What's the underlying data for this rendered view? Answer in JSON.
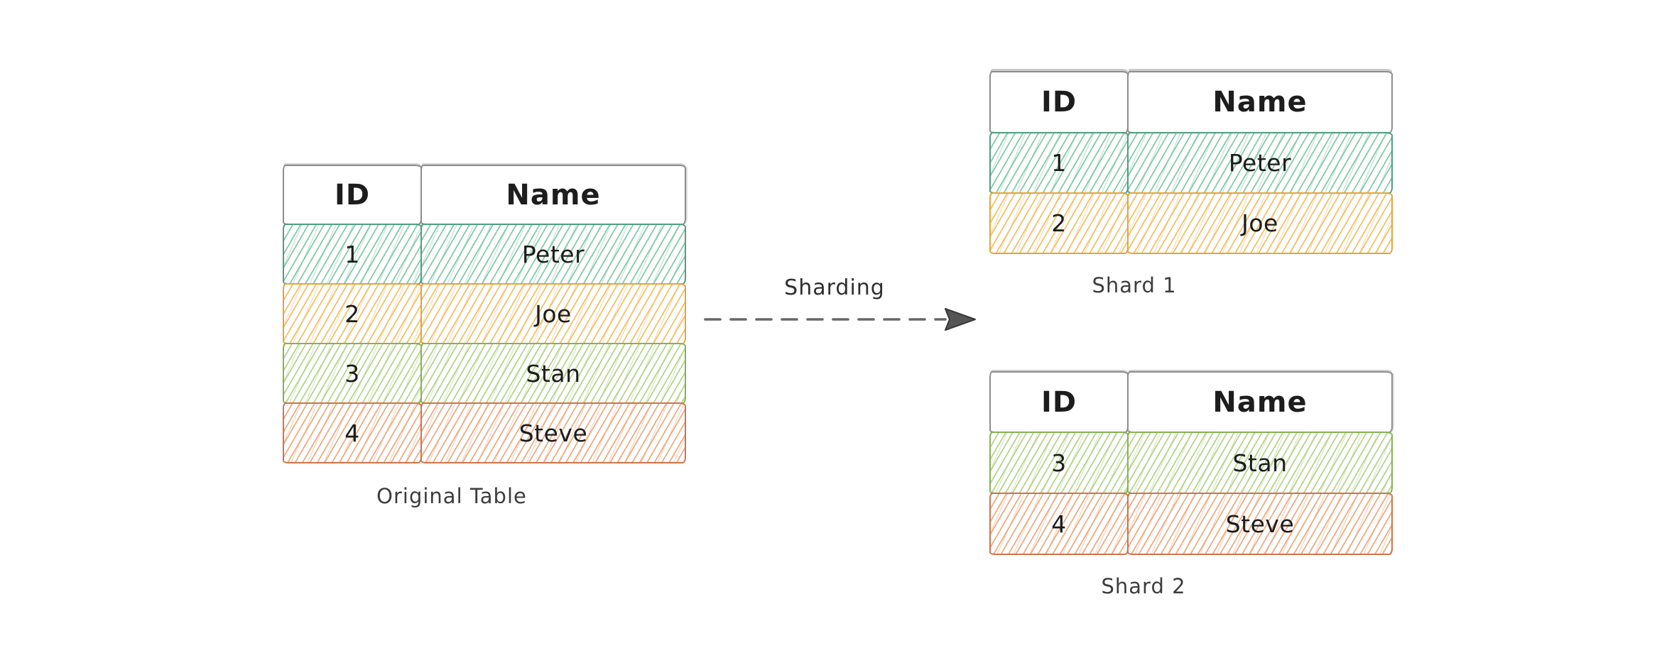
{
  "canvas": {
    "background": "#ffffff"
  },
  "palette": {
    "header_stroke": "#8e8e8e",
    "teal": {
      "stroke": "#4f9e81",
      "hatch": "#7cc5a4"
    },
    "amber": {
      "stroke": "#e7a33c",
      "hatch": "#f3bd62"
    },
    "green": {
      "stroke": "#87b254",
      "hatch": "#b1d387"
    },
    "salmon": {
      "stroke": "#d0734b",
      "hatch": "#eda77d"
    },
    "text": "#1d1d1d",
    "caption_text": "#3d3d3d",
    "arrow": "#686868",
    "arrow_head": "#555555"
  },
  "original_table": {
    "label": "Original Table",
    "columns": [
      "ID",
      "Name"
    ],
    "rows": [
      {
        "id": "1",
        "name": "Peter",
        "color": "teal"
      },
      {
        "id": "2",
        "name": "Joe",
        "color": "amber"
      },
      {
        "id": "3",
        "name": "Stan",
        "color": "green"
      },
      {
        "id": "4",
        "name": "Steve",
        "color": "salmon"
      }
    ]
  },
  "arrow": {
    "label": "Sharding",
    "direction": "right",
    "style": "dashed"
  },
  "shard1": {
    "label": "Shard 1",
    "columns": [
      "ID",
      "Name"
    ],
    "rows": [
      {
        "id": "1",
        "name": "Peter",
        "color": "teal"
      },
      {
        "id": "2",
        "name": "Joe",
        "color": "amber"
      }
    ]
  },
  "shard2": {
    "label": "Shard 2",
    "columns": [
      "ID",
      "Name"
    ],
    "rows": [
      {
        "id": "3",
        "name": "Stan",
        "color": "green"
      },
      {
        "id": "4",
        "name": "Steve",
        "color": "salmon"
      }
    ]
  }
}
